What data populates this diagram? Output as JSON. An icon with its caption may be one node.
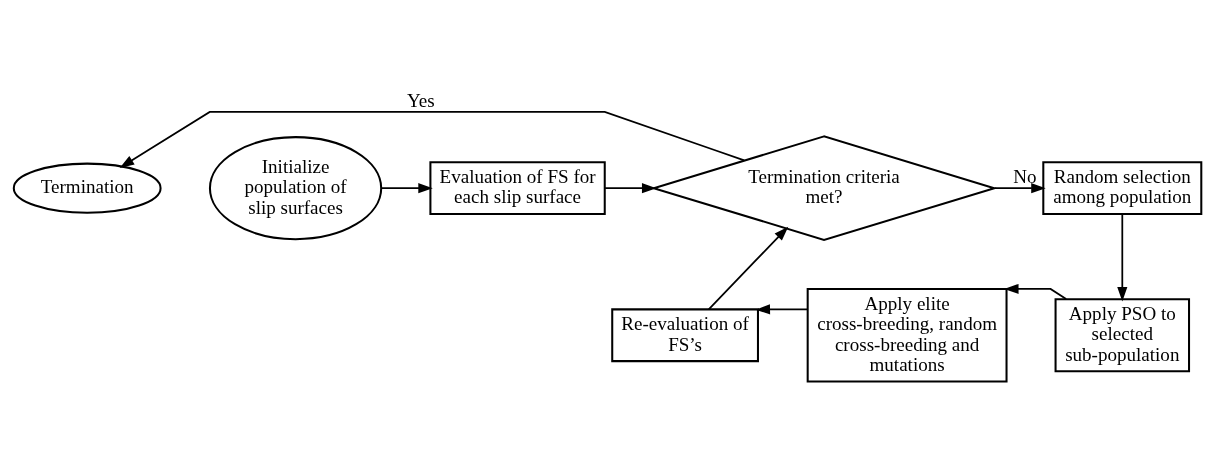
{
  "diagram": {
    "nodes": [
      {
        "text": [
          "Termination"
        ]
      },
      {
        "text": [
          "Initialize population of slip surfaces"
        ]
      },
      {
        "text": [
          "Evaluation of FS for each slip surface"
        ]
      },
      {
        "text": [
          "Termination criteria met?"
        ]
      },
      {
        "text": [
          "Random selection among population"
        ]
      },
      {
        "text": [
          "Re-evaluation of FS’s"
        ]
      },
      {
        "text": [
          "Apply elite cross-breeding, random cross-breeding and mutations"
        ]
      },
      {
        "text": [
          "Apply PSO to selected sub-population"
        ]
      }
    ],
    "edges": [
      {
        "from": 1,
        "to": 2,
        "arrow": "to"
      },
      {
        "from": 2,
        "to": 3,
        "arrow": "to"
      },
      {
        "from": 3,
        "to": 0,
        "arrow": "to",
        "label": "Yes"
      },
      {
        "from": 3,
        "to": 4,
        "arrow": "to",
        "label": "No"
      },
      {
        "from": 4,
        "to": 7,
        "arrow": "to"
      },
      {
        "from": 7,
        "to": 6,
        "arrow": "to"
      },
      {
        "from": 6,
        "to": 5,
        "arrow": "to"
      },
      {
        "from": 5,
        "to": 3,
        "arrow": "to"
      }
    ]
  }
}
